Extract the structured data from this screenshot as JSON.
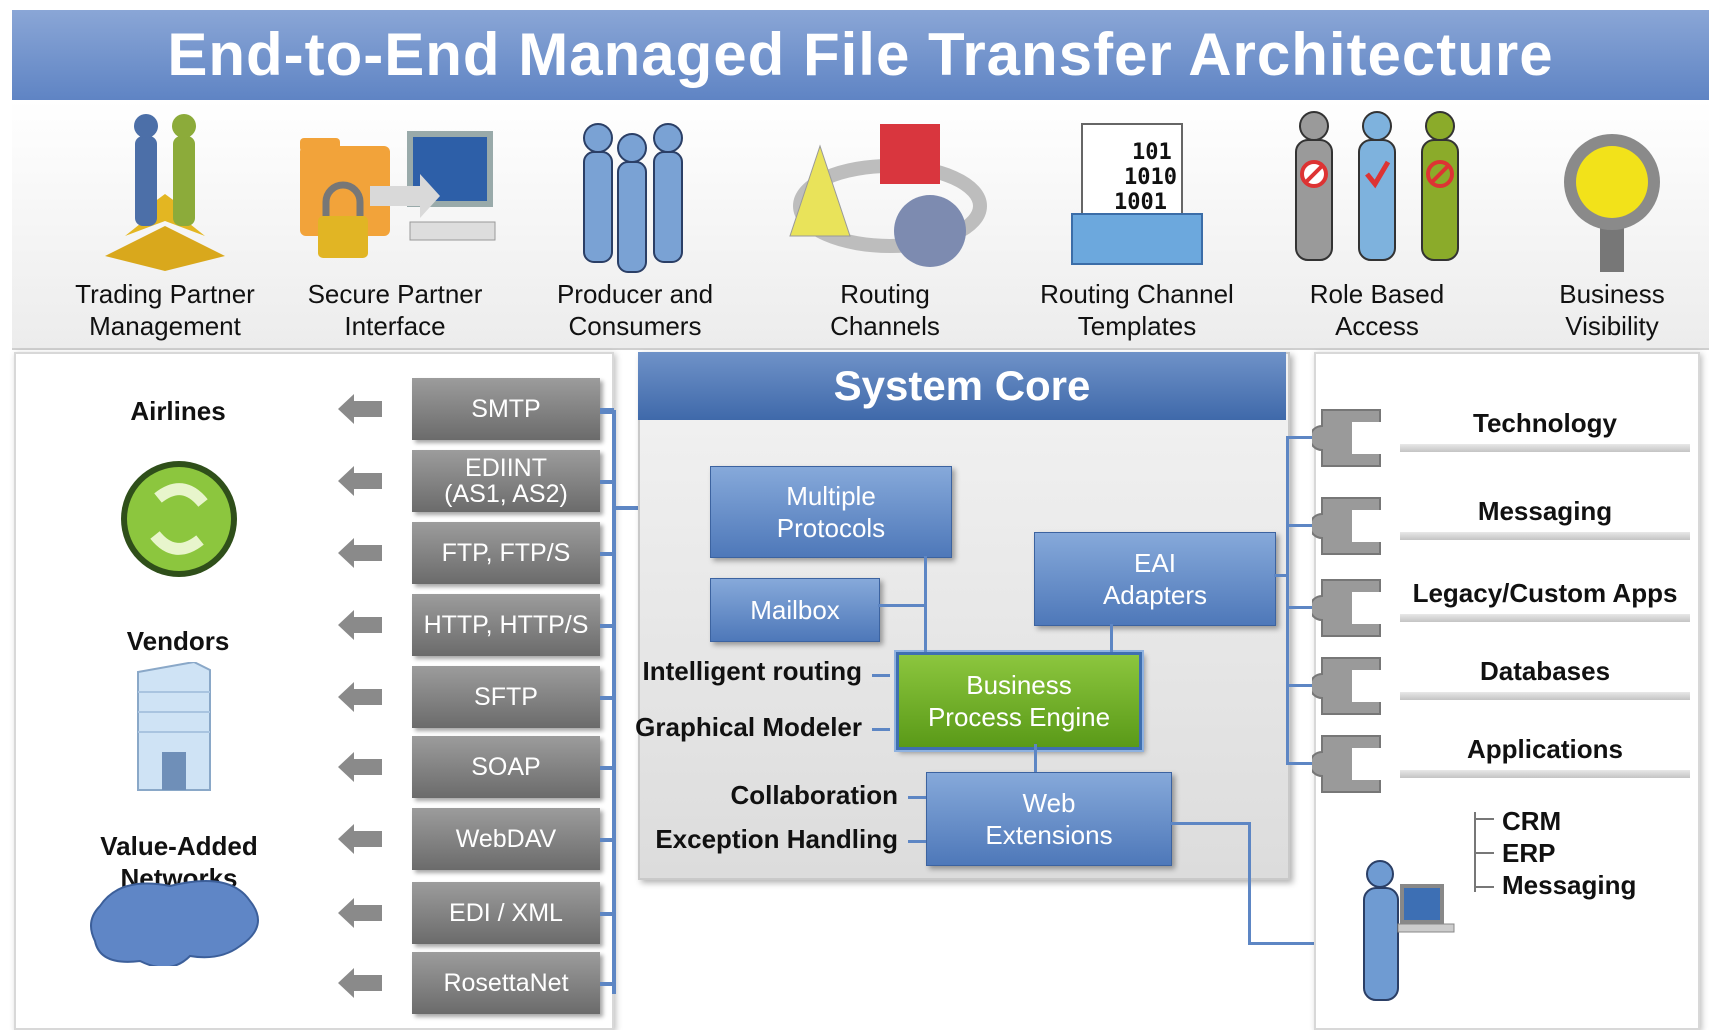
{
  "title": "End-to-End Managed File Transfer Architecture",
  "features": [
    {
      "label": "Trading Partner\nManagement",
      "icon": "handshake-icon"
    },
    {
      "label": "Secure Partner\nInterface",
      "icon": "secure-folder-icon"
    },
    {
      "label": "Producer and\nConsumers",
      "icon": "people-icon"
    },
    {
      "label": "Routing\nChannels",
      "icon": "shapes-cycle-icon"
    },
    {
      "label": "Routing Channel\nTemplates",
      "icon": "file-box-icon"
    },
    {
      "label": "Role Based\nAccess",
      "icon": "role-figures-icon"
    },
    {
      "label": "Business\nVisibility",
      "icon": "magnifier-icon"
    }
  ],
  "template_digits": [
    "101",
    "1010",
    "1001"
  ],
  "entities": [
    {
      "label": "Airlines",
      "icon": "recycle-icon"
    },
    {
      "label": "Vendors",
      "icon": "building-icon"
    },
    {
      "label": "Value-Added\nNetworks",
      "icon": "cloud-blob-icon"
    }
  ],
  "protocols": [
    "SMTP",
    "EDIINT\n(AS1, AS2)",
    "FTP, FTP/S",
    "HTTP, HTTP/S",
    "SFTP",
    "SOAP",
    "WebDAV",
    "EDI / XML",
    "RosettaNet"
  ],
  "core": {
    "title": "System Core",
    "multiple_protocols": "Multiple\nProtocols",
    "mailbox": "Mailbox",
    "eai_adapters": "EAI\nAdapters",
    "bpe": "Business\nProcess Engine",
    "web_extensions": "Web\nExtensions",
    "intelligent_routing": "Intelligent routing",
    "graphical_modeler": "Graphical Modeler",
    "collaboration": "Collaboration",
    "exception_handling": "Exception Handling"
  },
  "systems": [
    "Technology",
    "Messaging",
    "Legacy/Custom Apps",
    "Databases",
    "Applications"
  ],
  "application_items": [
    "CRM",
    "ERP",
    "Messaging"
  ],
  "colors": {
    "banner": "#6f8fcc",
    "protocol": "#7d7d7d",
    "core_blue": "#5b83c0",
    "engine_green": "#6fae29",
    "connector": "#5d86c4"
  }
}
